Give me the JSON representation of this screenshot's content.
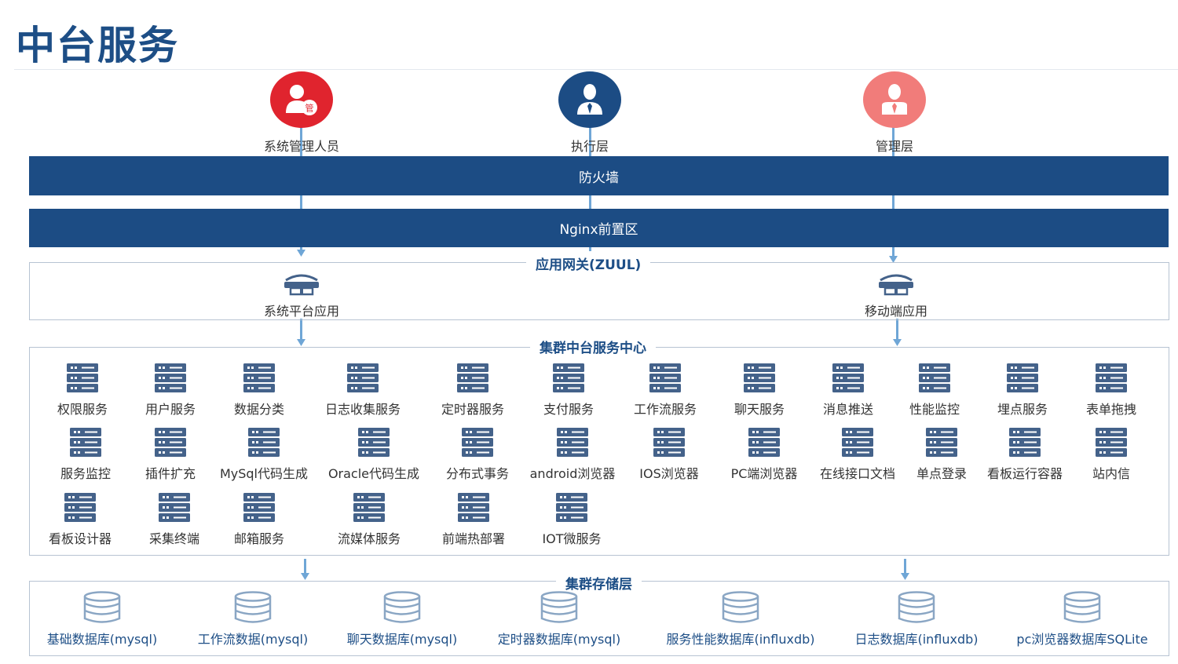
{
  "title": "中台服务",
  "roles": [
    {
      "label": "系统管理人员",
      "icon": "admin-user-icon",
      "color": "#e0242e",
      "badge": "管"
    },
    {
      "label": "执行层",
      "icon": "executive-user-icon",
      "color": "#1c4c84"
    },
    {
      "label": "管理层",
      "icon": "manager-user-icon",
      "color": "#f17c7a"
    }
  ],
  "firewall": "防火墙",
  "nginx": "Nginx前置区",
  "gateway": {
    "title": "应用网关(ZUUL)",
    "apps": [
      {
        "label": "系统平台应用",
        "icon": "router-icon"
      },
      {
        "label": "移动端应用",
        "icon": "router-icon"
      }
    ]
  },
  "services": {
    "title": "集群中台服务中心",
    "rows": [
      [
        "权限服务",
        "用户服务",
        "数据分类",
        "日志收集服务",
        "定时器服务",
        "支付服务",
        "工作流服务",
        "聊天服务",
        "消息推送",
        "性能监控",
        "埋点服务",
        "表单拖拽"
      ],
      [
        "服务监控",
        "插件扩充",
        "MySql代码生成",
        "Oracle代码生成",
        "分布式事务",
        "android浏览器",
        "IOS浏览器",
        "PC端浏览器",
        "在线接口文档",
        "单点登录",
        "看板运行容器",
        "站内信"
      ],
      [
        "看板设计器",
        "采集终端",
        "邮箱服务",
        "流媒体服务",
        "前端热部署",
        "IOT微服务"
      ]
    ],
    "icon": "server-icon",
    "icon_color": "#44628a"
  },
  "storage": {
    "title": "集群存储层",
    "items": [
      "基础数据库(mysql)",
      "工作流数据(mysql)",
      "聊天数据库(mysql)",
      "定时器数据库(mysql)",
      "服务性能数据库(influxdb)",
      "日志数据库(influxdb)",
      "pc浏览器数据库SQLite"
    ],
    "icon": "database-icon",
    "icon_color": "#8aa6c4"
  },
  "colors": {
    "primary": "#1c4c84",
    "connector": "#6fa6d6",
    "border": "#b7c3d2"
  }
}
